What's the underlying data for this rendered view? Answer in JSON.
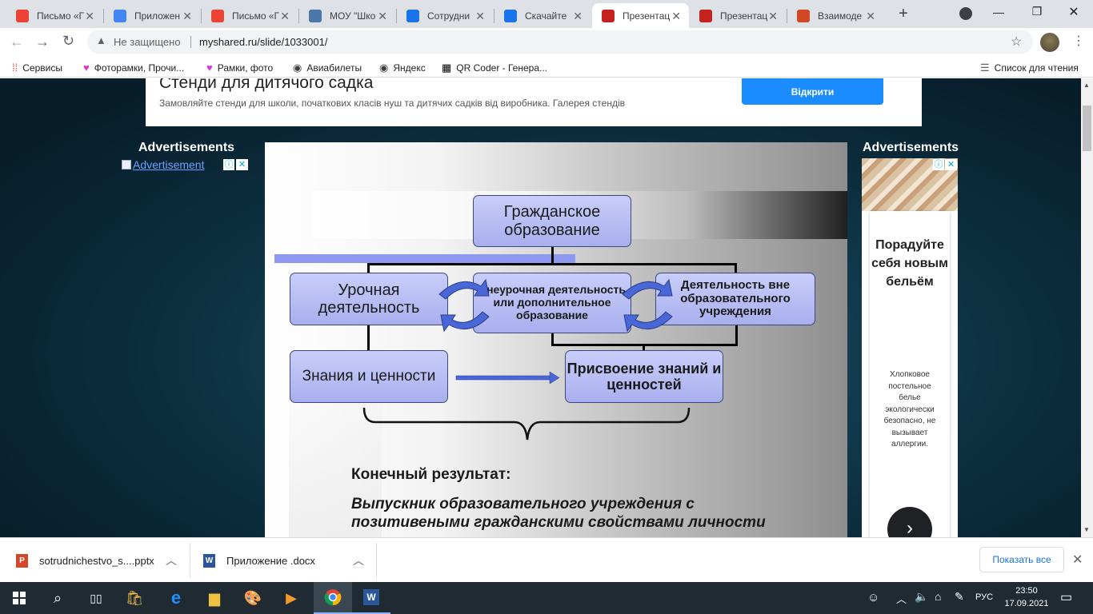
{
  "tabs": [
    {
      "title": "Письмо «Г",
      "icon": "gmail-icon",
      "color": "#ea4335"
    },
    {
      "title": "Приложен",
      "icon": "doc-icon",
      "color": "#4285f4"
    },
    {
      "title": "Письмо «Г",
      "icon": "gmail-icon",
      "color": "#ea4335"
    },
    {
      "title": "МОУ \"Шко",
      "icon": "vk-icon",
      "color": "#4a76a8"
    },
    {
      "title": "Сотрудни",
      "icon": "check-icon",
      "color": "#1a73e8"
    },
    {
      "title": "Скачайте",
      "icon": "check-icon",
      "color": "#1a73e8"
    },
    {
      "title": "Презентац",
      "icon": "presentation-icon",
      "color": "#c5221f"
    },
    {
      "title": "Презентац",
      "icon": "presentation-icon",
      "color": "#c5221f"
    },
    {
      "title": "Взаимоде",
      "icon": "powerpoint-icon",
      "color": "#d24726"
    }
  ],
  "omnibox": {
    "security": "Не защищено",
    "url": "myshared.ru/slide/1033001/"
  },
  "bookmarks": [
    {
      "label": "Сервисы",
      "icon": "apps-icon"
    },
    {
      "label": "Фоторамки, Прочи...",
      "icon": "heart-icon"
    },
    {
      "label": "Рамки, фото",
      "icon": "heart-icon"
    },
    {
      "label": "Авиабилеты",
      "icon": "globe-icon"
    },
    {
      "label": "Яндекс",
      "icon": "globe-icon"
    },
    {
      "label": "QR Coder - Генера...",
      "icon": "qr-icon"
    }
  ],
  "reading_list": "Список для чтения",
  "ad_banner": {
    "title": "Стенди для дитячого садка",
    "text": "Замовляйте стенди для школи, початкових класів нуш та дитячих садків від виробника. Галерея стендів",
    "button": "Відкрити"
  },
  "left_ad": {
    "label": "Advertisements",
    "img_alt": "Advertisement"
  },
  "right_ad": {
    "label": "Advertisements",
    "title": "Порадуйте себя новым бельём",
    "text": "Хлопковое постельное белье экологически безопасно, не вызывает аллергии."
  },
  "slide": {
    "top_box": "Гражданское образование",
    "left_box": "Урочная деятельность",
    "middle_box": "Внеурочная деятельность или дополнительное образование",
    "right_box": "Деятельность вне образовательного учреждения",
    "knowledge_box": "Знания и ценности",
    "appropriation_box": "Присвоение знаний и ценностей",
    "result_label": "Конечный результат:",
    "result_text": "Выпускник образовательного учреждения с позитивеными гражданскими свойствами личности"
  },
  "downloads": [
    {
      "name": "sotrudnichestvo_s....pptx",
      "icon": "powerpoint-file-icon"
    },
    {
      "name": "Приложение .docx",
      "icon": "word-file-icon"
    }
  ],
  "show_all": "Показать все",
  "taskbar": {
    "lang": "РУС",
    "time": "23:50",
    "date": "17.09.2021"
  }
}
